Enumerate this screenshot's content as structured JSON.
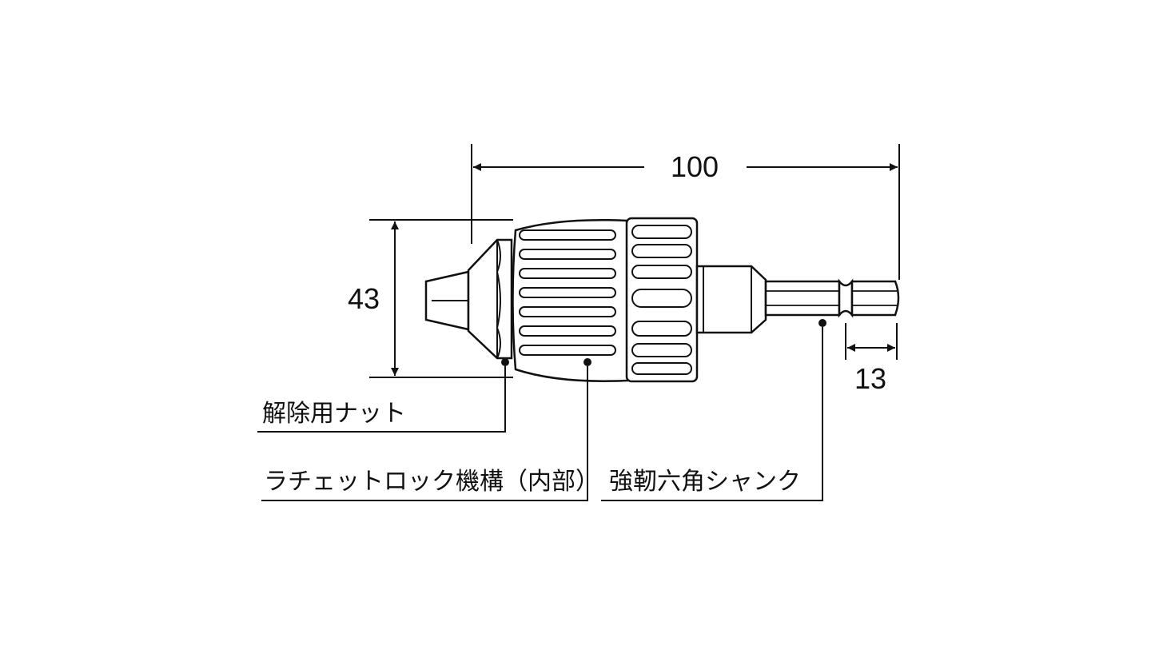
{
  "dimensions": {
    "overall_length": "100",
    "diameter": "43",
    "hex_width": "13"
  },
  "callouts": {
    "release_nut": "解除用ナット",
    "ratchet_lock": "ラチェットロック機構（内部）",
    "hex_shank": "強靭六角シャンク"
  },
  "colors": {
    "line": "#111111",
    "background": "#ffffff"
  }
}
